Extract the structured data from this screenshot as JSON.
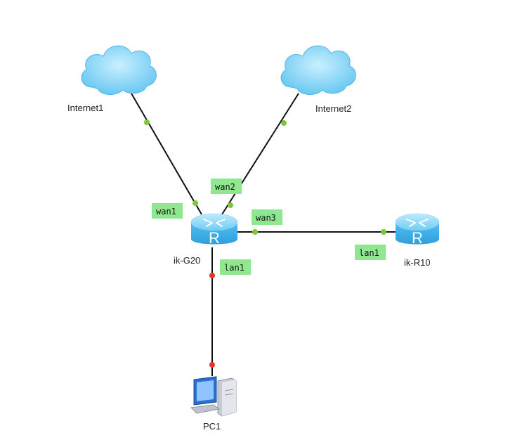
{
  "diagram": {
    "nodes": [
      {
        "id": "internet1",
        "label": "Internet1",
        "type": "cloud"
      },
      {
        "id": "internet2",
        "label": "Internet2",
        "type": "cloud"
      },
      {
        "id": "ik-g20",
        "label": "ik-G20",
        "type": "router"
      },
      {
        "id": "ik-r10",
        "label": "ik-R10",
        "type": "router"
      },
      {
        "id": "pc1",
        "label": "PC1",
        "type": "pc"
      }
    ],
    "links": [
      {
        "from": "internet1",
        "to": "ik-g20",
        "port_label": "wan1",
        "status": "up"
      },
      {
        "from": "internet2",
        "to": "ik-g20",
        "port_label": "wan2",
        "status": "up"
      },
      {
        "from": "ik-g20",
        "to": "ik-r10",
        "port_label": "wan3",
        "remote_port_label": "lan1",
        "status": "up"
      },
      {
        "from": "ik-g20",
        "to": "pc1",
        "port_label": "lan1",
        "status": "down"
      }
    ],
    "router_glyph": "R",
    "colors": {
      "link": "#111111",
      "port_up": "#7cc639",
      "port_down": "#e8342a",
      "port_label_bg": "#8fe88f",
      "cloud": "#87d4f5",
      "router": "#5cc2f0"
    }
  }
}
